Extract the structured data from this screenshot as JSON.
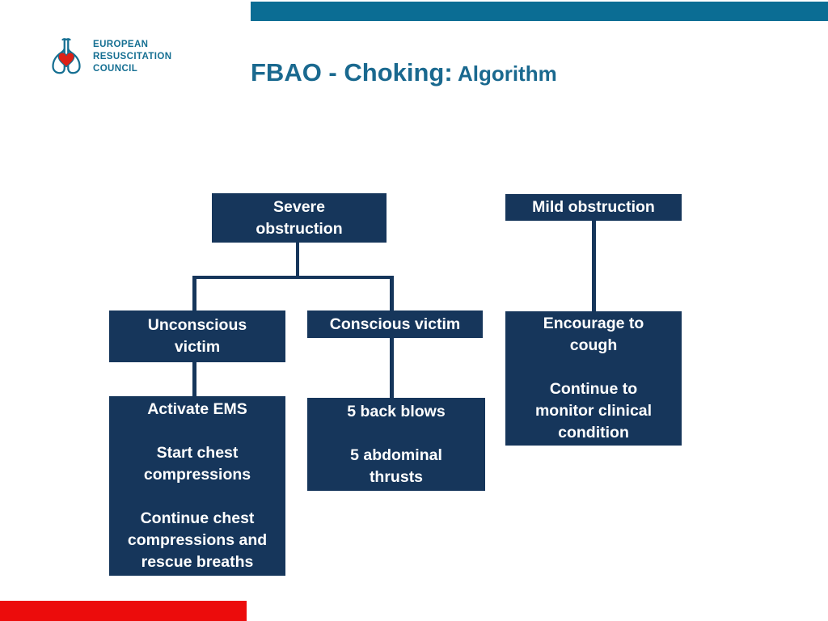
{
  "slide": {
    "title_main": "FBAO - Choking:",
    "title_sub": " Algorithm"
  },
  "logo": {
    "org_name": "EUROPEAN\nRESUSCITATION\nCOUNCIL",
    "icon": "lungs-heart-icon"
  },
  "colors": {
    "box_navy": "#16365B",
    "header_teal": "#0B6D94",
    "title_blue": "#1A698F",
    "logo_blue": "#156F92",
    "accent_red": "#EC0C0C",
    "heart_red": "#DD2016"
  },
  "flowchart": {
    "severe": "Severe\nobstruction",
    "mild": "Mild obstruction",
    "unconscious": "Unconscious\nvictim",
    "conscious": "Conscious victim",
    "encourage": "Encourage to\ncough\n\nContinue to\nmonitor clinical\ncondition",
    "activate": "Activate EMS\n\nStart chest\ncompressions\n\nContinue chest\ncompressions and\nrescue breaths",
    "backblows": "5 back blows\n\n5 abdominal\nthrusts"
  }
}
